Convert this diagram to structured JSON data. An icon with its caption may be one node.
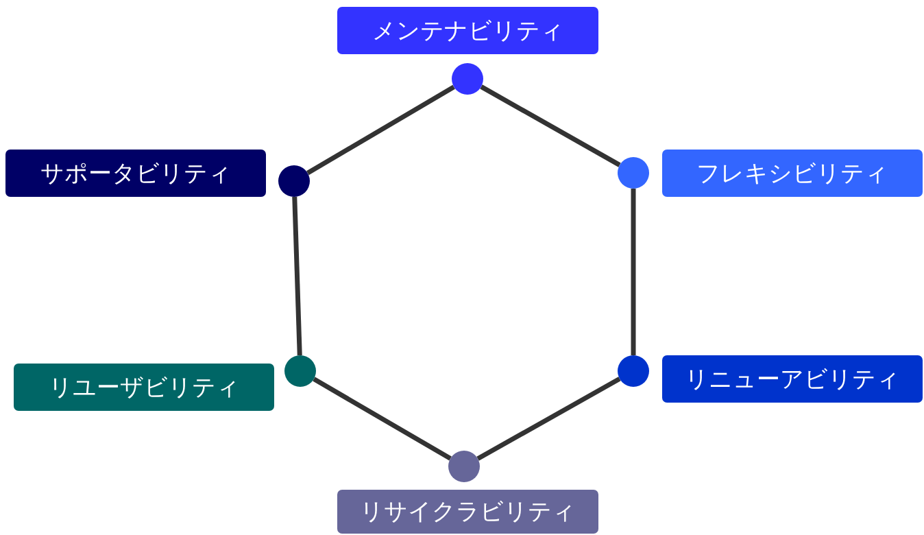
{
  "diagram": {
    "nodes": [
      {
        "text": [
          "メンテナビリティ"
        ]
      },
      {
        "text": [],
        "shape": "circle"
      },
      {
        "text": [
          "サポータビリティ"
        ]
      },
      {
        "text": [],
        "shape": "circle"
      },
      {
        "text": [],
        "shape": "circle"
      },
      {
        "text": [
          "フレキシビリティ"
        ]
      },
      {
        "text": [
          "リユーザビリティ"
        ]
      },
      {
        "text": [],
        "shape": "circle"
      },
      {
        "text": [],
        "shape": "circle"
      },
      {
        "text": [
          "リニューアビリティ"
        ]
      },
      {
        "text": [],
        "shape": "circle"
      },
      {
        "text": [
          "リサイクラビリティ"
        ]
      }
    ],
    "edges": [
      {
        "from": 1,
        "to": 4,
        "arrow": "none"
      },
      {
        "from": 4,
        "to": 8,
        "arrow": "none"
      },
      {
        "from": 8,
        "to": 10,
        "arrow": "none"
      },
      {
        "from": 10,
        "to": 7,
        "arrow": "none"
      },
      {
        "from": 7,
        "to": 3,
        "arrow": "none"
      },
      {
        "from": 3,
        "to": 1,
        "arrow": "none"
      }
    ]
  }
}
